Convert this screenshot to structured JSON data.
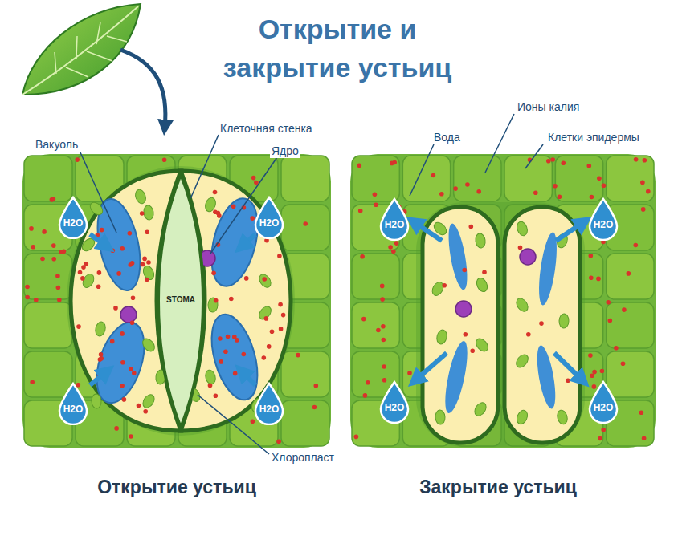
{
  "diagram": {
    "title": "Открытие и закрытие устьиц",
    "nodes": [
      {
        "text": [
          "H2O"
        ]
      },
      {
        "text": [
          "H2O"
        ]
      },
      {
        "text": [
          "STOMA"
        ]
      },
      {
        "text": [
          "H2O"
        ]
      },
      {
        "text": [
          "H2O"
        ]
      },
      {
        "text": [
          "H2O"
        ]
      },
      {
        "text": [
          "H2O"
        ]
      },
      {
        "text": [
          "H2O"
        ]
      },
      {
        "text": [
          "H2O"
        ]
      }
    ],
    "labels": [
      "Вакуоль",
      "Клеточная стенка",
      "Ядро",
      "Ионы калия",
      "Вода",
      "Клетки эпидермы",
      "Хлоропласт",
      "Открытие устьиц",
      "Закрытие устьиц"
    ]
  }
}
